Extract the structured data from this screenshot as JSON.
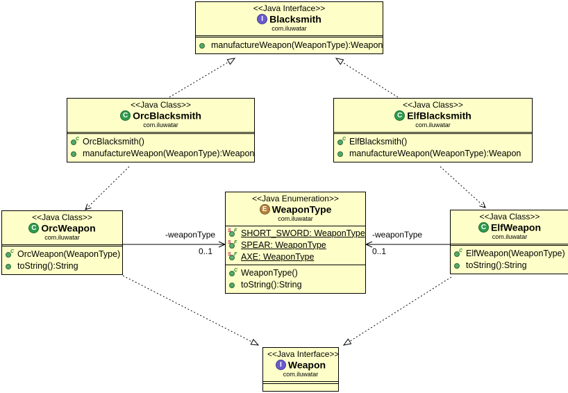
{
  "diagram": {
    "kind": "uml-class-diagram",
    "package": "com.iluwatar",
    "colors": {
      "box_fill": "#feffc8",
      "box_border": "#000000",
      "interface_icon": "#6a5acd",
      "class_icon": "#2e9b4e",
      "enum_icon": "#b5823c",
      "member_dot": "#55a868",
      "static_marker": "#c2185b",
      "final_marker": "#2e7d32",
      "canvas": "#ffffff"
    }
  },
  "classes": {
    "blacksmith": {
      "stereotype": "<<Java Interface>>",
      "name": "Blacksmith",
      "package": "com.iluwatar",
      "icon": "interface-icon",
      "fields": [],
      "methods": [
        {
          "text": "manufactureWeapon(WeaponType):Weapon",
          "icon": "public-method-icon"
        }
      ]
    },
    "orc_blacksmith": {
      "stereotype": "<<Java Class>>",
      "name": "OrcBlacksmith",
      "package": "com.iluwatar",
      "icon": "class-icon",
      "fields": [],
      "methods": [
        {
          "text": "OrcBlacksmith()",
          "icon": "constructor-icon"
        },
        {
          "text": "manufactureWeapon(WeaponType):Weapon",
          "icon": "public-method-icon"
        }
      ]
    },
    "elf_blacksmith": {
      "stereotype": "<<Java Class>>",
      "name": "ElfBlacksmith",
      "package": "com.iluwatar",
      "icon": "class-icon",
      "fields": [],
      "methods": [
        {
          "text": "ElfBlacksmith()",
          "icon": "constructor-icon"
        },
        {
          "text": "manufactureWeapon(WeaponType):Weapon",
          "icon": "public-method-icon"
        }
      ]
    },
    "weapon_type": {
      "stereotype": "<<Java Enumeration>>",
      "name": "WeaponType",
      "package": "com.iluwatar",
      "icon": "enum-icon",
      "fields": [
        {
          "text": "SHORT_SWORD: WeaponType",
          "icon": "static-final-field-icon",
          "underline": true
        },
        {
          "text": "SPEAR: WeaponType",
          "icon": "static-final-field-icon",
          "underline": true
        },
        {
          "text": "AXE: WeaponType",
          "icon": "static-final-field-icon",
          "underline": true
        }
      ],
      "methods": [
        {
          "text": "WeaponType()",
          "icon": "constructor-icon"
        },
        {
          "text": "toString():String",
          "icon": "public-method-icon"
        }
      ]
    },
    "orc_weapon": {
      "stereotype": "<<Java Class>>",
      "name": "OrcWeapon",
      "package": "com.iluwatar",
      "icon": "class-icon",
      "fields": [],
      "methods": [
        {
          "text": "OrcWeapon(WeaponType)",
          "icon": "constructor-icon"
        },
        {
          "text": "toString():String",
          "icon": "public-method-icon"
        }
      ]
    },
    "elf_weapon": {
      "stereotype": "<<Java Class>>",
      "name": "ElfWeapon",
      "package": "com.iluwatar",
      "icon": "class-icon",
      "fields": [],
      "methods": [
        {
          "text": "ElfWeapon(WeaponType)",
          "icon": "constructor-icon"
        },
        {
          "text": "toString():String",
          "icon": "public-method-icon"
        }
      ]
    },
    "weapon": {
      "stereotype": "<<Java Interface>>",
      "name": "Weapon",
      "package": "com.iluwatar",
      "icon": "interface-icon",
      "fields": [],
      "methods": []
    }
  },
  "relations": {
    "orc_weapon_to_weapon_type": {
      "role": "-weaponType",
      "multiplicity": "0..1",
      "type": "association"
    },
    "elf_weapon_to_weapon_type": {
      "role": "-weaponType",
      "multiplicity": "0..1",
      "type": "association"
    },
    "realizations": [
      {
        "from": "OrcBlacksmith",
        "to": "Blacksmith"
      },
      {
        "from": "ElfBlacksmith",
        "to": "Blacksmith"
      },
      {
        "from": "OrcWeapon",
        "to": "Weapon"
      },
      {
        "from": "ElfWeapon",
        "to": "Weapon"
      }
    ],
    "dependencies": [
      {
        "from": "OrcBlacksmith",
        "to": "OrcWeapon"
      },
      {
        "from": "ElfBlacksmith",
        "to": "ElfWeapon"
      }
    ]
  }
}
